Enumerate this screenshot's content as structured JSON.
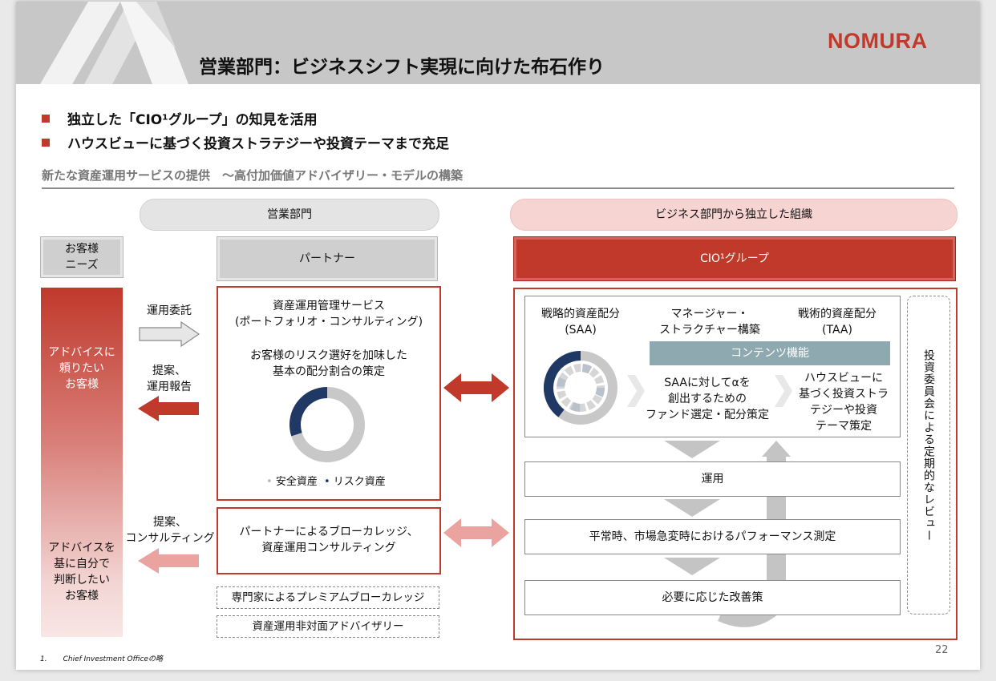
{
  "header": {
    "title": "営業部門：ビジネスシフト実現に向けた布石作り",
    "logo": "NOMURA"
  },
  "bullets": [
    "独立した「CIO¹グループ」の知見を活用",
    "ハウスビューに基づく投資ストラテジーや投資テーマまで充足"
  ],
  "subtitle": "新たな資産運用サービスの提供　〜高付加価値アドバイザリー・モデルの構築",
  "sections": {
    "sales": "営業部門",
    "independent": "ビジネス部門から独立した組織"
  },
  "customer": {
    "header": [
      "お客様",
      "ニーズ"
    ],
    "top_label": [
      "アドバイスに",
      "頼りたい",
      "お客様"
    ],
    "bottom_label": [
      "アドバイスを",
      "基に自分で",
      "判断したい",
      "お客様"
    ]
  },
  "arrows": {
    "delegation": "運用委託",
    "proposal_report": [
      "提案、",
      "運用報告"
    ],
    "proposal_consult": [
      "提案、",
      "コンサルティング"
    ]
  },
  "partner": {
    "header": "パートナー",
    "service_title": [
      "資産運用管理サービス",
      "(ポートフォリオ・コンサルティング)"
    ],
    "service_desc": [
      "お客様のリスク選好を加味した",
      "基本の配分割合の策定"
    ],
    "legend_safe": "安全資産",
    "legend_risk": "リスク資産",
    "brokerage": [
      "パートナーによるブローカレッジ、",
      "資産運用コンサルティング"
    ],
    "premium": "専門家によるプレミアムブローカレッジ",
    "nonface": "資産運用非対面アドバイザリー"
  },
  "cio": {
    "header": "CIO¹グループ",
    "saa": [
      "戦略的資産配分",
      "(SAA)"
    ],
    "manager": [
      "マネージャー・",
      "ストラクチャー構築"
    ],
    "taa": [
      "戦術的資産配分",
      "(TAA)"
    ],
    "contents": "コンテンツ機能",
    "saa_alpha": [
      "SAAに対してαを",
      "創出するための",
      "ファンド選定・配分策定"
    ],
    "house_view": [
      "ハウスビューに",
      "基づく投資ストラ",
      "テジーや投資",
      "テーマ策定"
    ],
    "operation": "運用",
    "measurement": "平常時、市場急変時におけるパフォーマンス測定",
    "improvement": "必要に応じた改善策",
    "review": "投資委員会による定期的なレビュー"
  },
  "footnote": {
    "num": "1.",
    "text": "Chief Investment Officeの略"
  },
  "page_number": "22",
  "chart_data": {
    "type": "pie",
    "title": "",
    "categories": [
      "安全資産",
      "リスク資産"
    ],
    "values": [
      70,
      30
    ],
    "colors": {
      "安全資産": "#c8c8c8",
      "リスク資産": "#1f3864"
    }
  },
  "colors": {
    "accent_red": "#c0392b",
    "navy": "#1f3864",
    "contents_bar": "#8fa9b1"
  }
}
